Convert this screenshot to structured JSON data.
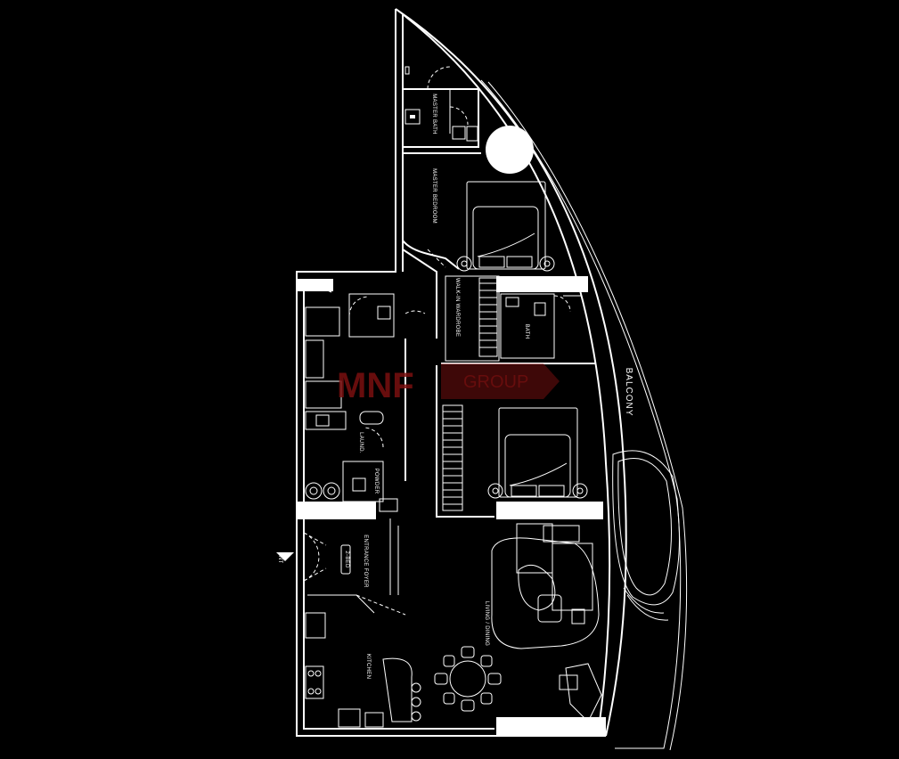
{
  "rooms": {
    "master_bath": "MASTER BATH",
    "master_bedroom": "MASTER BEDROOM",
    "walk_in_wardrobe": "WALK-IN WARDROBE",
    "bath": "BATH",
    "balcony": "BALCONY",
    "laundry": "LAUND.",
    "powder": "POWDER",
    "entrance_foyer": "ENTRANCE FOYER",
    "kitchen": "KITCHEN",
    "living_dining": "LIVING / DINING"
  },
  "unit_badge": "2-BED",
  "entry_marker": "ENT",
  "watermark": {
    "brand": "MNF",
    "suffix": "GROUP",
    "color": "#7a1010"
  },
  "colors": {
    "background": "#000000",
    "lines": "#ffffff"
  }
}
